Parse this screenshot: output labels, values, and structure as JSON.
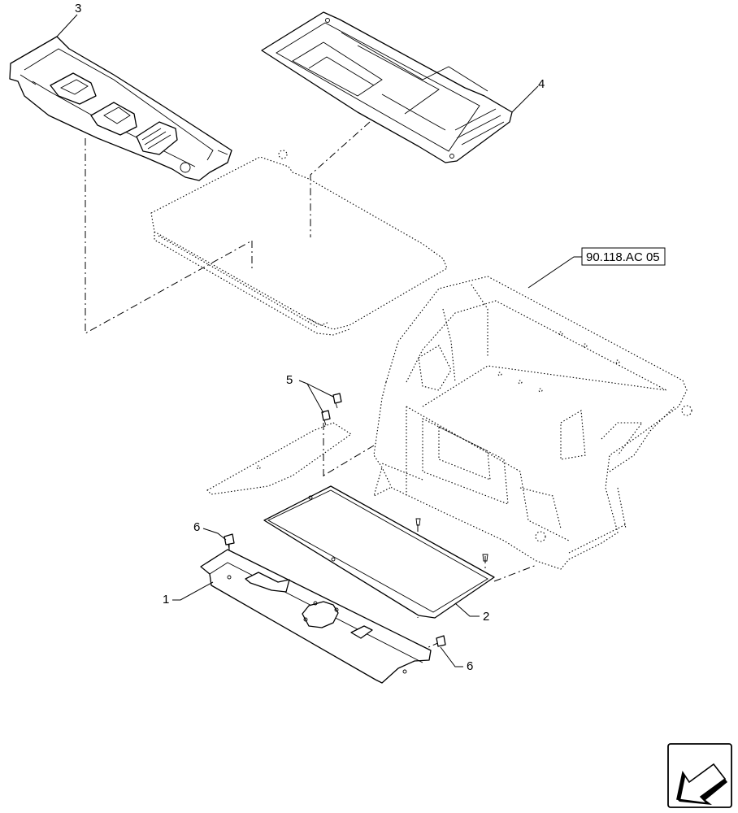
{
  "callouts": {
    "c1": "1",
    "c2": "2",
    "c3": "3",
    "c4": "4",
    "c5": "5",
    "c6a": "6",
    "c6b": "6"
  },
  "reference": {
    "label": "90.118.AC 05"
  },
  "icons": {
    "nav": "next-page-arrow-icon"
  }
}
